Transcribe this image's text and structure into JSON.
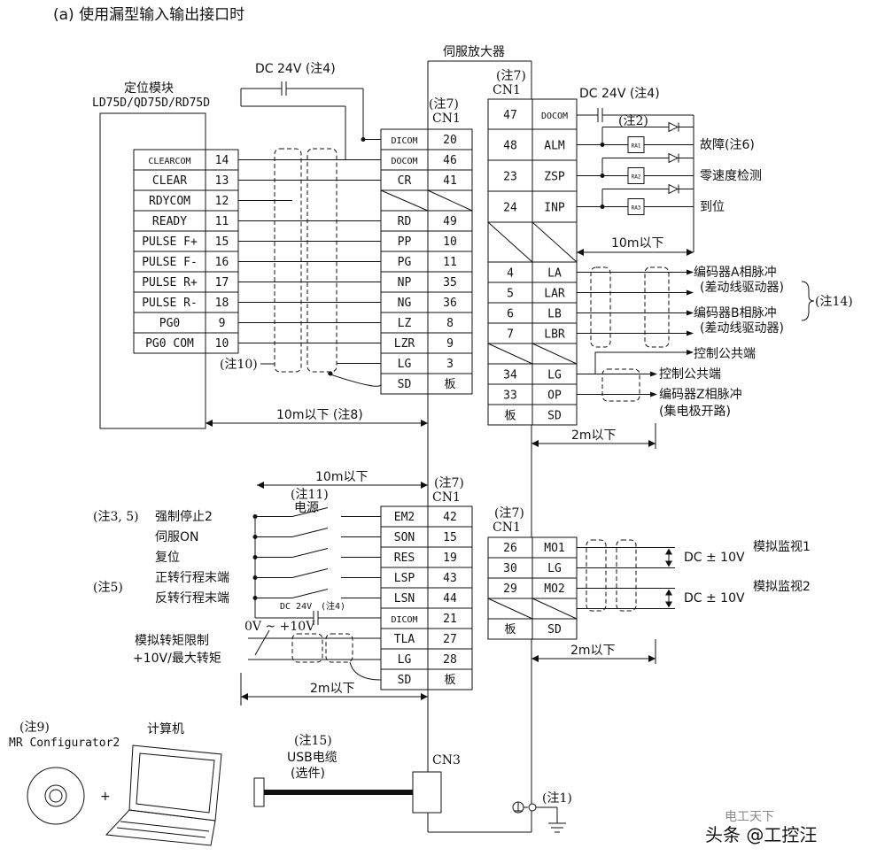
{
  "title": "(a) 使用漏型输入输出接口时",
  "servo_amp_label": "伺服放大器",
  "positioning_module": {
    "label": "定位模块",
    "models": "LD75D/QD75D/RD75D"
  },
  "notes": {
    "n1": "(注1)",
    "n2": "(注2)",
    "n4": "DC 24V (注4)",
    "n4b": "DC 24V (注4)",
    "n4c": "DC 24V",
    "n4d": "(注4)",
    "n7": "(注7)",
    "n10": "(注10)",
    "n35": "(注3, 5)",
    "n5": "(注5)",
    "n8": "10m以下 (注8)",
    "n9": "(注9)",
    "n14": "(注14)",
    "n15": "(注15)",
    "n11": "(注11)"
  },
  "cn1_label": "CN1",
  "cn3_label": "CN3",
  "left_module_rows": [
    {
      "name": "CLEARCOM",
      "pin": "14"
    },
    {
      "name": "CLEAR",
      "pin": "13"
    },
    {
      "name": "RDYCOM",
      "pin": "12"
    },
    {
      "name": "READY",
      "pin": "11"
    },
    {
      "name": "PULSE F+",
      "pin": "15"
    },
    {
      "name": "PULSE F-",
      "pin": "16"
    },
    {
      "name": "PULSE R+",
      "pin": "17"
    },
    {
      "name": "PULSE R-",
      "pin": "18"
    },
    {
      "name": "PG0",
      "pin": "9"
    },
    {
      "name": "PG0 COM",
      "pin": "10"
    }
  ],
  "cn1_left_rows": [
    {
      "sig": "DICOM",
      "pin": "20"
    },
    {
      "sig": "DOCOM",
      "pin": "46"
    },
    {
      "sig": "CR",
      "pin": "41"
    },
    {
      "sig": "",
      "pin": ""
    },
    {
      "sig": "RD",
      "pin": "49"
    },
    {
      "sig": "PP",
      "pin": "10"
    },
    {
      "sig": "PG",
      "pin": "11"
    },
    {
      "sig": "NP",
      "pin": "35"
    },
    {
      "sig": "NG",
      "pin": "36"
    },
    {
      "sig": "LZ",
      "pin": "8"
    },
    {
      "sig": "LZR",
      "pin": "9"
    },
    {
      "sig": "LG",
      "pin": "3"
    },
    {
      "sig": "SD",
      "pin": "板"
    }
  ],
  "cn1_right_top_rows": [
    {
      "pin": "47",
      "sig": "DOCOM"
    },
    {
      "pin": "48",
      "sig": "ALM"
    },
    {
      "pin": "23",
      "sig": "ZSP"
    },
    {
      "pin": "24",
      "sig": "INP"
    },
    {
      "pin": "",
      "sig": ""
    },
    {
      "pin": "4",
      "sig": "LA"
    },
    {
      "pin": "5",
      "sig": "LAR"
    },
    {
      "pin": "6",
      "sig": "LB"
    },
    {
      "pin": "7",
      "sig": "LBR"
    },
    {
      "pin": "",
      "sig": ""
    },
    {
      "pin": "34",
      "sig": "LG"
    },
    {
      "pin": "33",
      "sig": "OP"
    },
    {
      "pin": "板",
      "sig": "SD"
    }
  ],
  "relays": [
    "RA1",
    "RA2",
    "RA3"
  ],
  "outputs": {
    "fault": "故障(注6)",
    "zero_speed": "零速度检测",
    "in_pos": "到位",
    "dist_10m": "10m以下",
    "enc_a": "编码器A相脉冲",
    "enc_a2": "(差动线驱动器)",
    "enc_b": "编码器B相脉冲",
    "enc_b2": "(差动线驱动器)",
    "ctrl_common1": "控制公共端",
    "ctrl_common2": "控制公共端",
    "enc_z": "编码器Z相脉冲",
    "enc_z2": "(集电极开路)",
    "dist_2m": "2m以下"
  },
  "input_section": {
    "dist_10m": "10m以下",
    "power": "电源",
    "labels": [
      "强制停止2",
      "伺服ON",
      "复位",
      "正转行程末端",
      "反转行程末端"
    ],
    "rows": [
      {
        "sig": "EM2",
        "pin": "42"
      },
      {
        "sig": "SON",
        "pin": "15"
      },
      {
        "sig": "RES",
        "pin": "19"
      },
      {
        "sig": "LSP",
        "pin": "43"
      },
      {
        "sig": "LSN",
        "pin": "44"
      },
      {
        "sig": "DICOM",
        "pin": "21"
      },
      {
        "sig": "TLA",
        "pin": "27"
      },
      {
        "sig": "LG",
        "pin": "28"
      },
      {
        "sig": "SD",
        "pin": "板"
      }
    ],
    "analog_range": "0V ~ +10V",
    "torque_limit1": "模拟转矩限制",
    "torque_limit2": "+10V/最大转矩",
    "dist_2m": "2m以下"
  },
  "monitor_section": {
    "rows": [
      {
        "pin": "26",
        "sig": "MO1"
      },
      {
        "pin": "30",
        "sig": "LG"
      },
      {
        "pin": "29",
        "sig": "MO2"
      },
      {
        "pin": "",
        "sig": ""
      },
      {
        "pin": "板",
        "sig": "SD"
      }
    ],
    "dc1": "DC ± 10V",
    "dc2": "DC ± 10V",
    "mon1": "模拟监视1",
    "mon2": "模拟监视2",
    "dist_2m": "2m以下"
  },
  "bottom": {
    "software": "MR Configurator2",
    "computer": "计算机",
    "usb": "USB电缆",
    "usb_opt": "(选件)",
    "plus": "+"
  },
  "watermark": "头条 @工控汪",
  "watermark_top": "电工天下"
}
